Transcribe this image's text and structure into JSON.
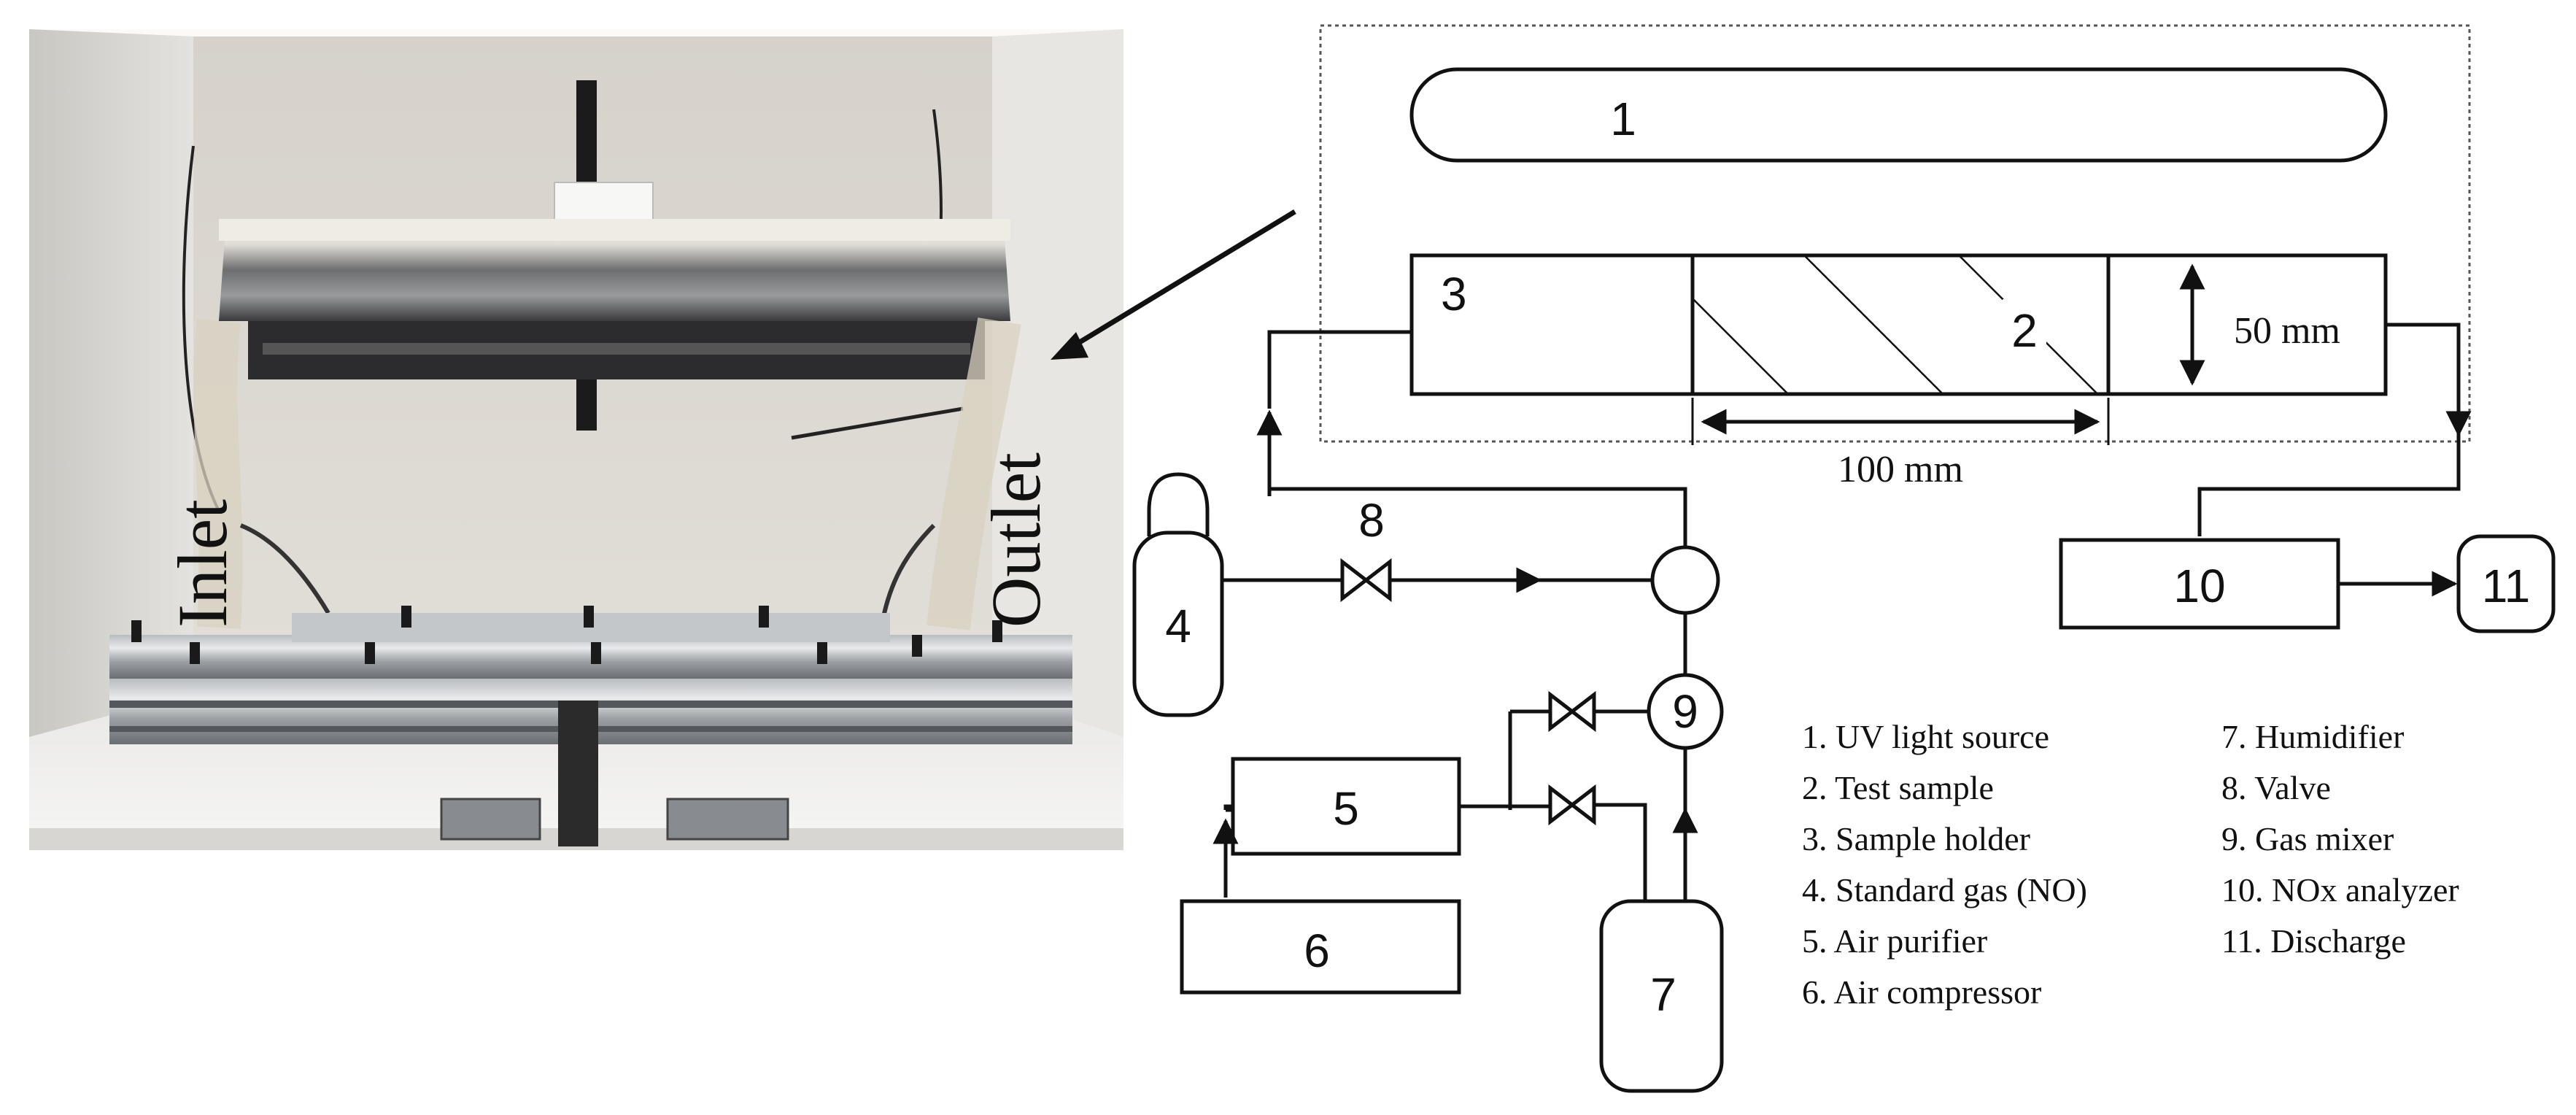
{
  "photo": {
    "inlet_label": "Inlet",
    "outlet_label": "Outlet"
  },
  "diagram": {
    "components": {
      "uv_light": "1",
      "test_sample": "2",
      "sample_holder": "3",
      "standard_gas": "4",
      "air_purifier": "5",
      "air_compressor": "6",
      "humidifier": "7",
      "valve": "8",
      "gas_mixer": "9",
      "nox_analyzer": "10",
      "discharge": "11"
    },
    "dimensions": {
      "height": "50 mm",
      "length": "100 mm"
    },
    "legend": [
      "1. UV light source",
      "2. Test sample",
      "3. Sample holder",
      "4. Standard gas (NO)",
      "5. Air purifier",
      "6. Air compressor",
      "7. Humidifier",
      "8. Valve",
      "9. Gas mixer",
      "10. NOx analyzer",
      "11. Discharge"
    ]
  }
}
